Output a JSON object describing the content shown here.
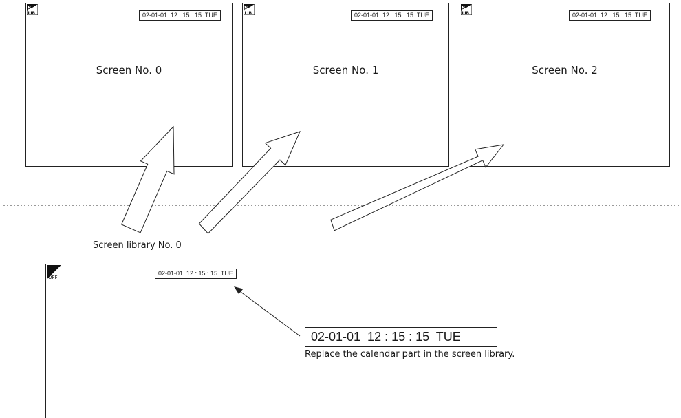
{
  "screens": [
    {
      "title": "Screen No. 0",
      "calendar": "02-01-01  12 : 15 : 15  TUE",
      "badge": "S LIB"
    },
    {
      "title": "Screen No. 1",
      "calendar": "02-01-01  12 : 15 : 15  TUE",
      "badge": "S LIB"
    },
    {
      "title": "Screen No. 2",
      "calendar": "02-01-01  12 : 15 : 15  TUE",
      "badge": "S LIB"
    }
  ],
  "library": {
    "label": "Screen library No. 0",
    "calendar": "02-01-01  12 : 15 : 15  TUE",
    "badge": "OFF"
  },
  "callout": {
    "calendar": "02-01-01  12 : 15 : 15  TUE",
    "note": "Replace the calendar part in the screen library."
  },
  "icons": {
    "slib_icon": "slib-icon",
    "off_icon": "off-corner-icon"
  }
}
